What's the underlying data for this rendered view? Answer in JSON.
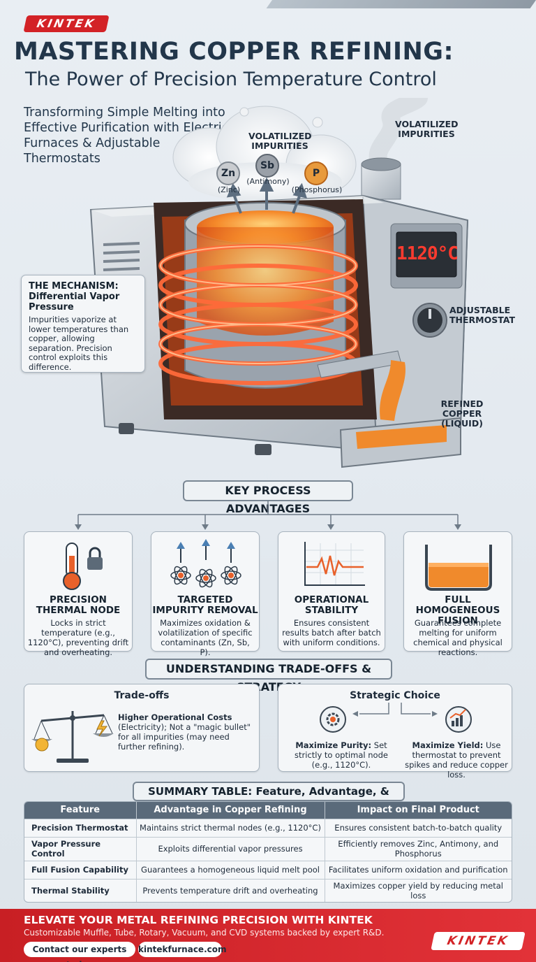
{
  "brand": {
    "logo": "KINTEK"
  },
  "header": {
    "title": "MASTERING COPPER REFINING:",
    "subtitle": "The Power of Precision Temperature Control",
    "tagline": "Transforming Simple Melting into Effective Purification with Electric Furnaces & Adjustable Thermostats"
  },
  "diagram": {
    "impurities_cloud_label": "VOLATILIZED IMPURITIES",
    "impurities_chimney_label": "VOLATILIZED IMPURITIES",
    "elements": [
      {
        "symbol": "Zn",
        "name": "(Zinc)",
        "color": "#c9ccd0"
      },
      {
        "symbol": "Sb",
        "name": "(Antimony)",
        "color": "#9aa0a8"
      },
      {
        "symbol": "P",
        "name": "(Phosphorus)",
        "color": "#e89a3c"
      }
    ],
    "display_value": "1120°C",
    "thermostat_label": "ADJUSTABLE THERMOSTAT",
    "output_label": "REFINED COPPER (LIQUID)",
    "mechanism_title": "THE MECHANISM: Differential Vapor Pressure",
    "mechanism_text": "Impurities vaporize at lower temperatures than copper, allowing separation. Precision control exploits this difference."
  },
  "advantages": {
    "heading": "KEY PROCESS ADVANTAGES",
    "cards": [
      {
        "title": "PRECISION THERMAL NODE",
        "icon": "thermometer-lock-icon",
        "text": "Locks in strict temperature (e.g., 1120°C), preventing drift and overheating."
      },
      {
        "title": "TARGETED IMPURITY REMOVAL",
        "icon": "atoms-up-icon",
        "text": "Maximizes oxidation & volatilization of specific contaminants (Zn, Sb, P)."
      },
      {
        "title": "OPERATIONAL STABILITY",
        "icon": "stability-graph-icon",
        "text": "Ensures consistent results batch after batch with uniform conditions."
      },
      {
        "title": "FULL HOMOGENEOUS FUSION",
        "icon": "crucible-icon",
        "text": "Guarantees complete melting for uniform chemical and physical reactions."
      }
    ]
  },
  "tradeoffs": {
    "heading": "UNDERSTANDING TRADE-OFFS & STRATEGY",
    "left_title": "Trade-offs",
    "left_bold": "Higher Operational Costs",
    "left_text": "(Electricity); Not a \"magic bullet\" for all impurities (may need further refining).",
    "right_title": "Strategic Choice",
    "purity_bold": "Maximize Purity:",
    "purity_text": "Set strictly to optimal node (e.g., 1120°C).",
    "yield_bold": "Maximize Yield:",
    "yield_text": "Use thermostat to prevent spikes and reduce copper loss."
  },
  "summary": {
    "heading": "SUMMARY TABLE: Feature, Advantage, & Impact",
    "columns": [
      "Feature",
      "Advantage in Copper Refining",
      "Impact on Final Product"
    ],
    "rows": [
      [
        "Precision Thermostat",
        "Maintains strict thermal nodes (e.g., 1120°C)",
        "Ensures consistent batch-to-batch quality"
      ],
      [
        "Vapor Pressure Control",
        "Exploits differential vapor pressures",
        "Efficiently removes Zinc, Antimony, and Phosphorus"
      ],
      [
        "Full Fusion Capability",
        "Guarantees a homogeneous liquid melt pool",
        "Facilitates uniform oxidation and purification"
      ],
      [
        "Thermal Stability",
        "Prevents temperature drift and overheating",
        "Maximizes copper yield by reducing metal loss"
      ]
    ]
  },
  "footer": {
    "title": "ELEVATE YOUR METAL REFINING PRECISION WITH KINTEK",
    "subtitle": "Customizable Muffle, Tube, Rotary, Vacuum, and CVD systems backed by expert R&D.",
    "cta": "Contact our experts today",
    "url": "kintekfurnace.com",
    "logo": "KINTEK"
  },
  "colors": {
    "brand_red": "#d32226",
    "copper": "#f08a2c",
    "dark_navy": "#22364a"
  }
}
